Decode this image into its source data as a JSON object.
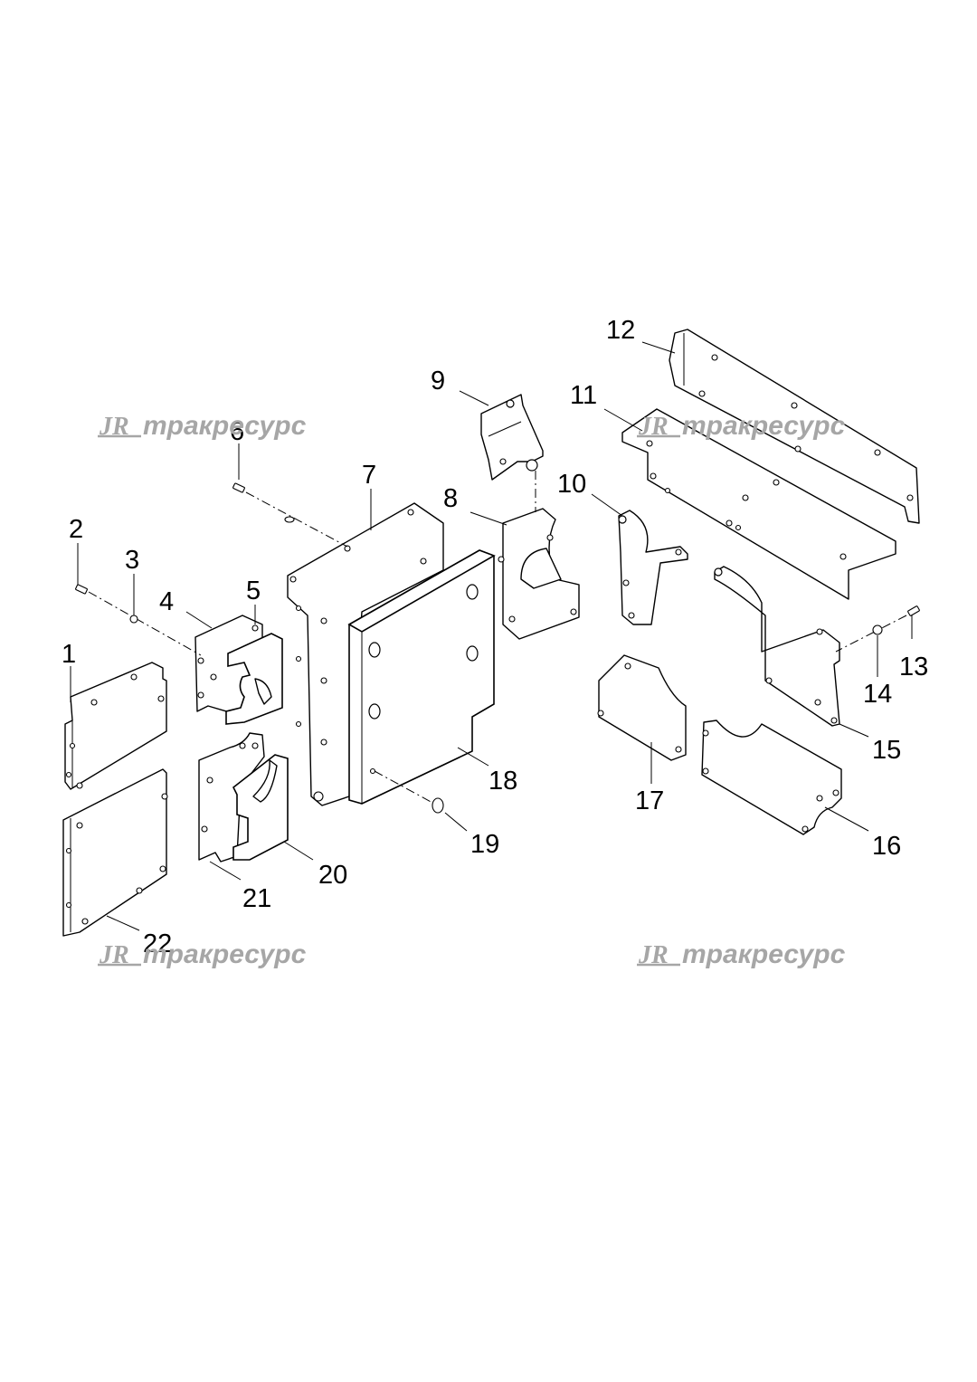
{
  "watermark": {
    "logo": "JR",
    "text": "тракресурс",
    "color": "#a6a6a6"
  },
  "callouts": [
    {
      "id": "1",
      "label": "1"
    },
    {
      "id": "2",
      "label": "2"
    },
    {
      "id": "3",
      "label": "3"
    },
    {
      "id": "4",
      "label": "4"
    },
    {
      "id": "5",
      "label": "5"
    },
    {
      "id": "6",
      "label": "6"
    },
    {
      "id": "7",
      "label": "7"
    },
    {
      "id": "8",
      "label": "8"
    },
    {
      "id": "9",
      "label": "9"
    },
    {
      "id": "10",
      "label": "10"
    },
    {
      "id": "11",
      "label": "11"
    },
    {
      "id": "12",
      "label": "12"
    },
    {
      "id": "13",
      "label": "13"
    },
    {
      "id": "14",
      "label": "14"
    },
    {
      "id": "15",
      "label": "15"
    },
    {
      "id": "16",
      "label": "16"
    },
    {
      "id": "17",
      "label": "17"
    },
    {
      "id": "18",
      "label": "18"
    },
    {
      "id": "19",
      "label": "19"
    },
    {
      "id": "20",
      "label": "20"
    },
    {
      "id": "21",
      "label": "21"
    },
    {
      "id": "22",
      "label": "22"
    }
  ]
}
